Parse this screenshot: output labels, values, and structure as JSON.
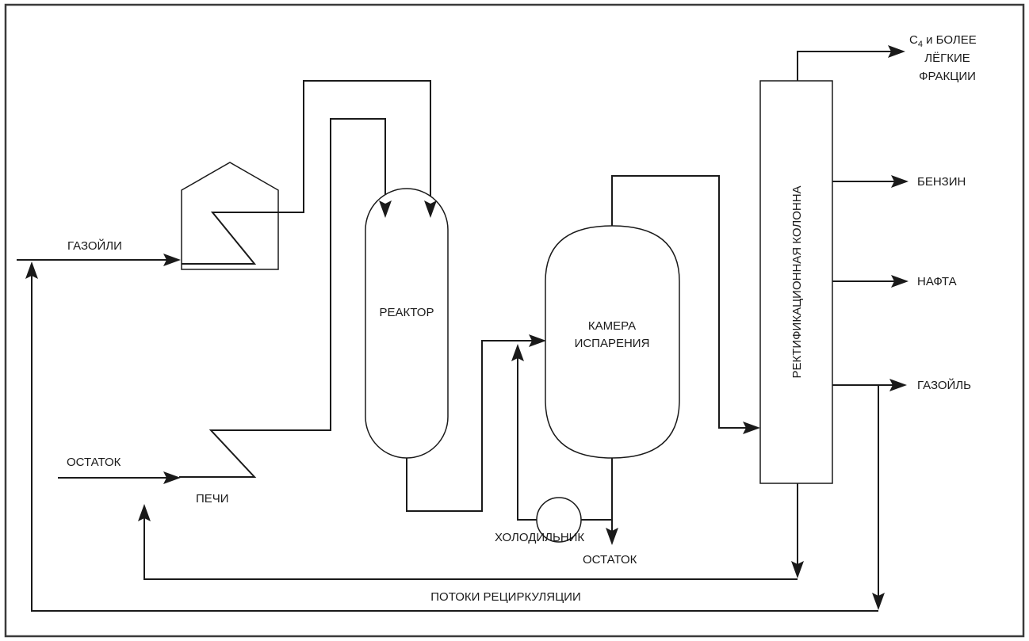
{
  "labels": {
    "gasoils_in": "ГАЗОЙЛИ",
    "residue_in": "ОСТАТОК",
    "furnaces": "ПЕЧИ",
    "reactor": "РЕАКТОР",
    "flash_chamber_line1": "КАМЕРА",
    "flash_chamber_line2": "ИСПАРЕНИЯ",
    "cooler": "ХОЛОДИЛЬНИК",
    "residue_out": "ОСТАТОК",
    "column": "РЕКТИФИКАЦИОННАЯ КОЛОННА",
    "c4_prefix": "C",
    "c4_subscript": "4",
    "c4_line1_rest": " и БОЛЕЕ",
    "c4_line2": "ЛЁГКИЕ",
    "c4_line3": "ФРАКЦИИ",
    "gasoline": "БЕНЗИН",
    "naphtha": "НАФТА",
    "gasoil_out": "ГАЗОЙЛЬ",
    "recycle": "ПОТОКИ РЕЦИРКУЛЯЦИИ"
  }
}
